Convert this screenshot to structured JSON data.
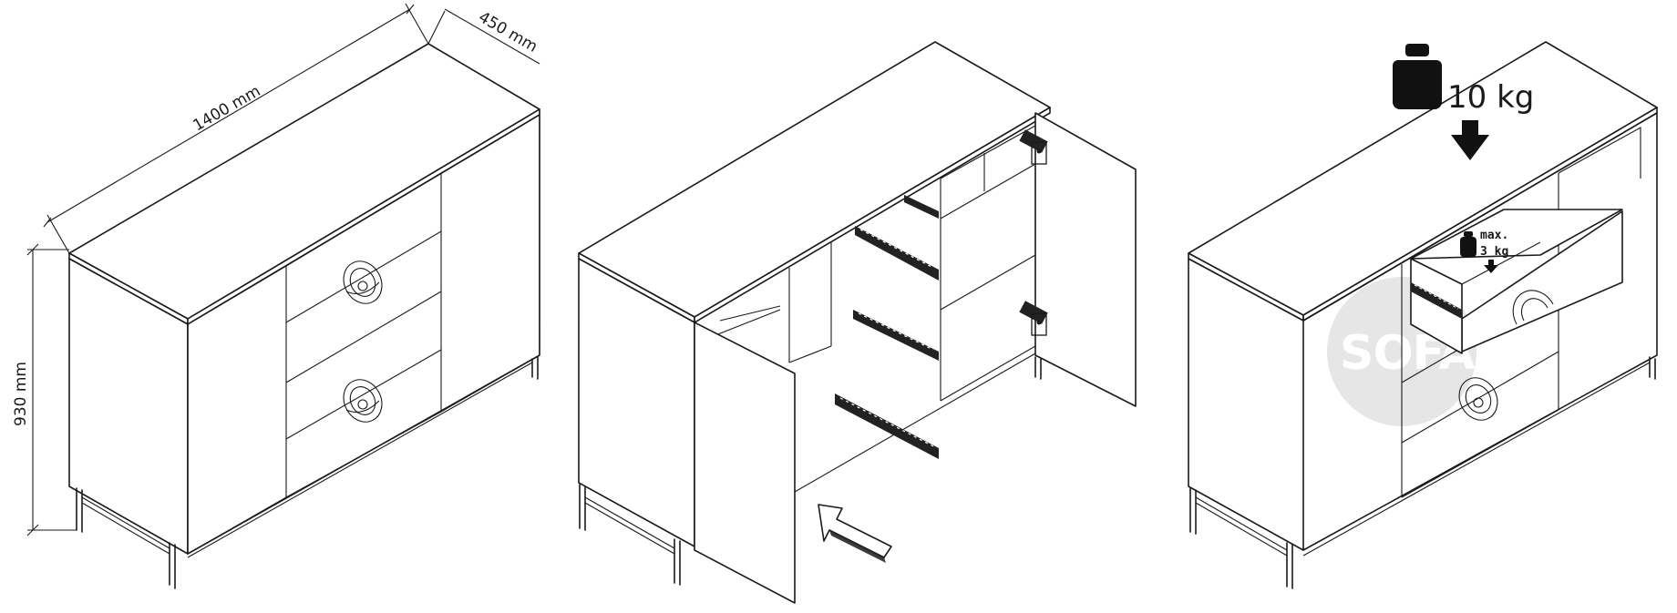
{
  "dimensions": {
    "width_label": "1400 mm",
    "depth_label": "450 mm",
    "height_label": "930 mm"
  },
  "load": {
    "top_label": "10 kg",
    "drawer_label_line1": "max.",
    "drawer_label_line2": "3 kg"
  },
  "watermark": {
    "text": "SOFA"
  },
  "icons": {
    "weight": "weight-icon",
    "arrow_down": "arrow-down-icon",
    "push_arrow": "push-arrow-icon",
    "hinge": "hinge-icon",
    "drawer_runner": "drawer-runner-icon"
  },
  "colors": {
    "line": "#1a1a1a",
    "watermark": "#e6e6e6"
  }
}
